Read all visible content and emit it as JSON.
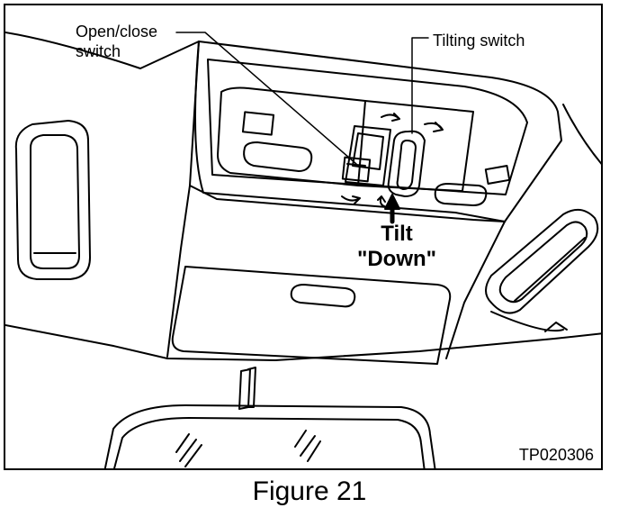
{
  "callouts": {
    "open_close_line1": "Open/close",
    "open_close_line2": "switch",
    "tilting_switch": "Tilting switch"
  },
  "instruction": {
    "line1": "Tilt",
    "line2": "\"Down\""
  },
  "figure_code": "TP020306",
  "caption": "Figure 21",
  "colors": {
    "ink": "#000000",
    "paper": "#ffffff"
  }
}
